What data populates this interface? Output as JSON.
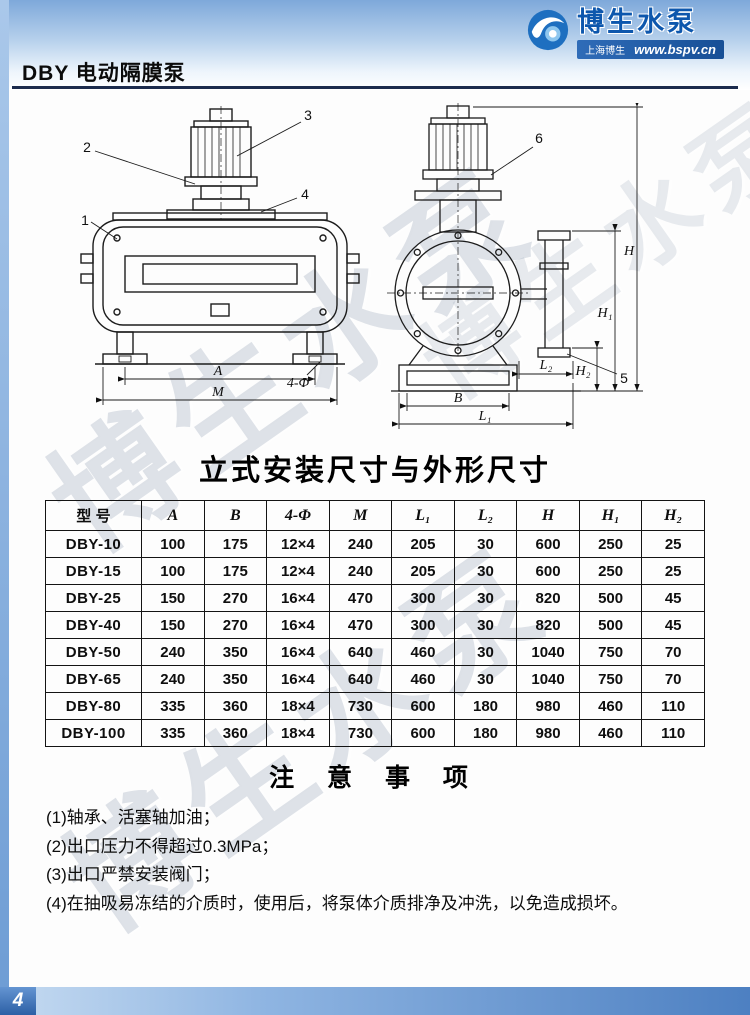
{
  "header": {
    "title": "DBY 电动隔膜泵",
    "logo": {
      "name": "博生水泵",
      "company": "上海博生",
      "url": "www.bspv.cn"
    }
  },
  "drawings": {
    "left": {
      "callouts": [
        "1",
        "2",
        "3",
        "4"
      ],
      "dim_a": "A",
      "dim_m": "M",
      "dim_phi": "4-Φ"
    },
    "right": {
      "callouts": [
        "5",
        "6"
      ],
      "dim_b": "B",
      "dim_l1": "L₁",
      "dim_l2": "L₂",
      "dim_h": "H",
      "dim_h1": "H₁",
      "dim_h2": "H₂"
    }
  },
  "section_title": "立式安装尺寸与外形尺寸",
  "table": {
    "headers": [
      "型 号",
      "A",
      "B",
      "4-Φ",
      "M",
      "L₁",
      "L₂",
      "H",
      "H₁",
      "H₂"
    ],
    "rows": [
      [
        "DBY-10",
        "100",
        "175",
        "12×4",
        "240",
        "205",
        "30",
        "600",
        "250",
        "25"
      ],
      [
        "DBY-15",
        "100",
        "175",
        "12×4",
        "240",
        "205",
        "30",
        "600",
        "250",
        "25"
      ],
      [
        "DBY-25",
        "150",
        "270",
        "16×4",
        "470",
        "300",
        "30",
        "820",
        "500",
        "45"
      ],
      [
        "DBY-40",
        "150",
        "270",
        "16×4",
        "470",
        "300",
        "30",
        "820",
        "500",
        "45"
      ],
      [
        "DBY-50",
        "240",
        "350",
        "16×4",
        "640",
        "460",
        "30",
        "1040",
        "750",
        "70"
      ],
      [
        "DBY-65",
        "240",
        "350",
        "16×4",
        "640",
        "460",
        "30",
        "1040",
        "750",
        "70"
      ],
      [
        "DBY-80",
        "335",
        "360",
        "18×4",
        "730",
        "600",
        "180",
        "980",
        "460",
        "110"
      ],
      [
        "DBY-100",
        "335",
        "360",
        "18×4",
        "730",
        "600",
        "180",
        "980",
        "460",
        "110"
      ]
    ]
  },
  "notes": {
    "title": "注 意 事 项",
    "items": [
      "(1)轴承、活塞轴加油；",
      "(2)出口压力不得超过0.3MPa；",
      "(3)出口严禁安装阀门；",
      "(4)在抽吸易冻结的介质时，使用后，将泵体介质排净及冲洗，以免造成损坏。"
    ]
  },
  "footer": {
    "page_number": "4"
  },
  "watermark": {
    "text": "博生水泵"
  },
  "colors": {
    "header_blue": "#7ea8da",
    "logo_blue": "#0d57ad",
    "rule_navy": "#1b2b4d",
    "ink": "#141414"
  }
}
